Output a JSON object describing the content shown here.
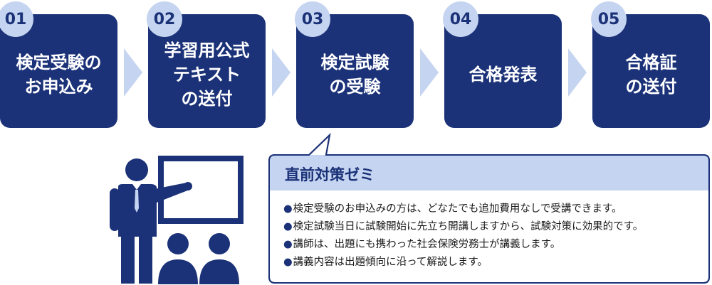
{
  "steps": [
    {
      "num": "01",
      "label": "検定受験の\nお申込み"
    },
    {
      "num": "02",
      "label": "学習用公式\nテキスト\nの送付"
    },
    {
      "num": "03",
      "label": "検定試験\nの受験"
    },
    {
      "num": "04",
      "label": "合格発表"
    },
    {
      "num": "05",
      "label": "合格証\nの送付"
    }
  ],
  "seminar": {
    "title": "直前対策ゼミ",
    "bullet_symbol": "●",
    "items": [
      "検定受験のお申込みの方は、どなたでも追加費用なしで受講できます。",
      "検定試験当日に試験開始に先立ち開講しますから、試験対策に効果的です。",
      "講師は、出題にも携わった社会保険労務士が講義します。",
      "講義内容は出題傾向に沿って解説します。"
    ]
  },
  "icons": {
    "illustration": "lecturer-with-audience-icon"
  },
  "colors": {
    "primary": "#1b3278",
    "accent": "#c5d4f0",
    "bubble_fill": "#ffffff"
  }
}
